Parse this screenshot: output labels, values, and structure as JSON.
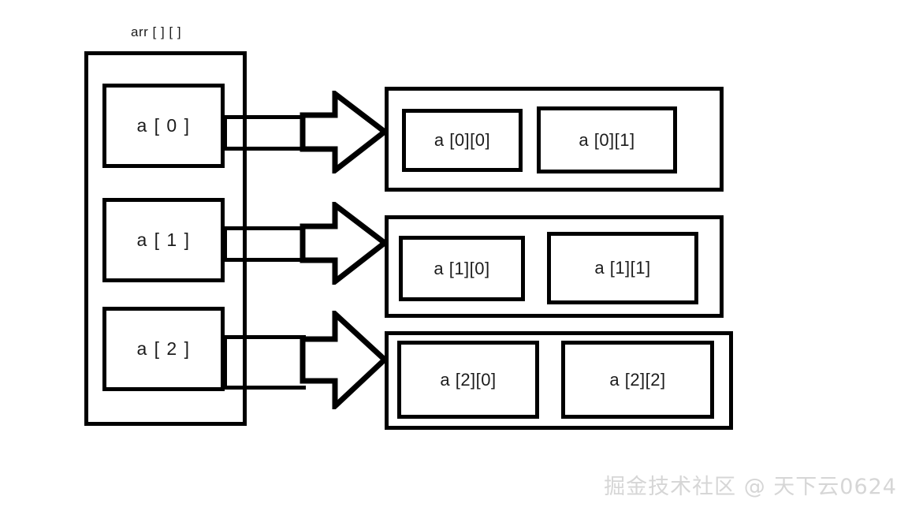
{
  "diagram": {
    "title_label": "arr [ ] [ ]",
    "left_column": {
      "name": "array-of-references",
      "items": [
        {
          "label": "a [ 0 ]"
        },
        {
          "label": "a [ 1 ]"
        },
        {
          "label": "a [ 2 ]"
        }
      ]
    },
    "rows": [
      {
        "name": "row-0",
        "cells": [
          {
            "label": "a [0][0]"
          },
          {
            "label": "a [0][1]"
          }
        ]
      },
      {
        "name": "row-1",
        "cells": [
          {
            "label": "a [1][0]"
          },
          {
            "label": "a [1][1]"
          }
        ]
      },
      {
        "name": "row-2",
        "cells": [
          {
            "label": "a [2][0]"
          },
          {
            "label": "a [2][2]"
          }
        ]
      }
    ],
    "arrows": [
      {
        "name": "arrow-row-0"
      },
      {
        "name": "arrow-row-1"
      },
      {
        "name": "arrow-row-2"
      }
    ]
  },
  "watermark": {
    "text": "掘金技术社区 @ 天下云0624"
  },
  "colors": {
    "stroke": "#000000",
    "background": "#ffffff",
    "text": "#1c1c1c",
    "watermark": "#d6d6d6"
  }
}
